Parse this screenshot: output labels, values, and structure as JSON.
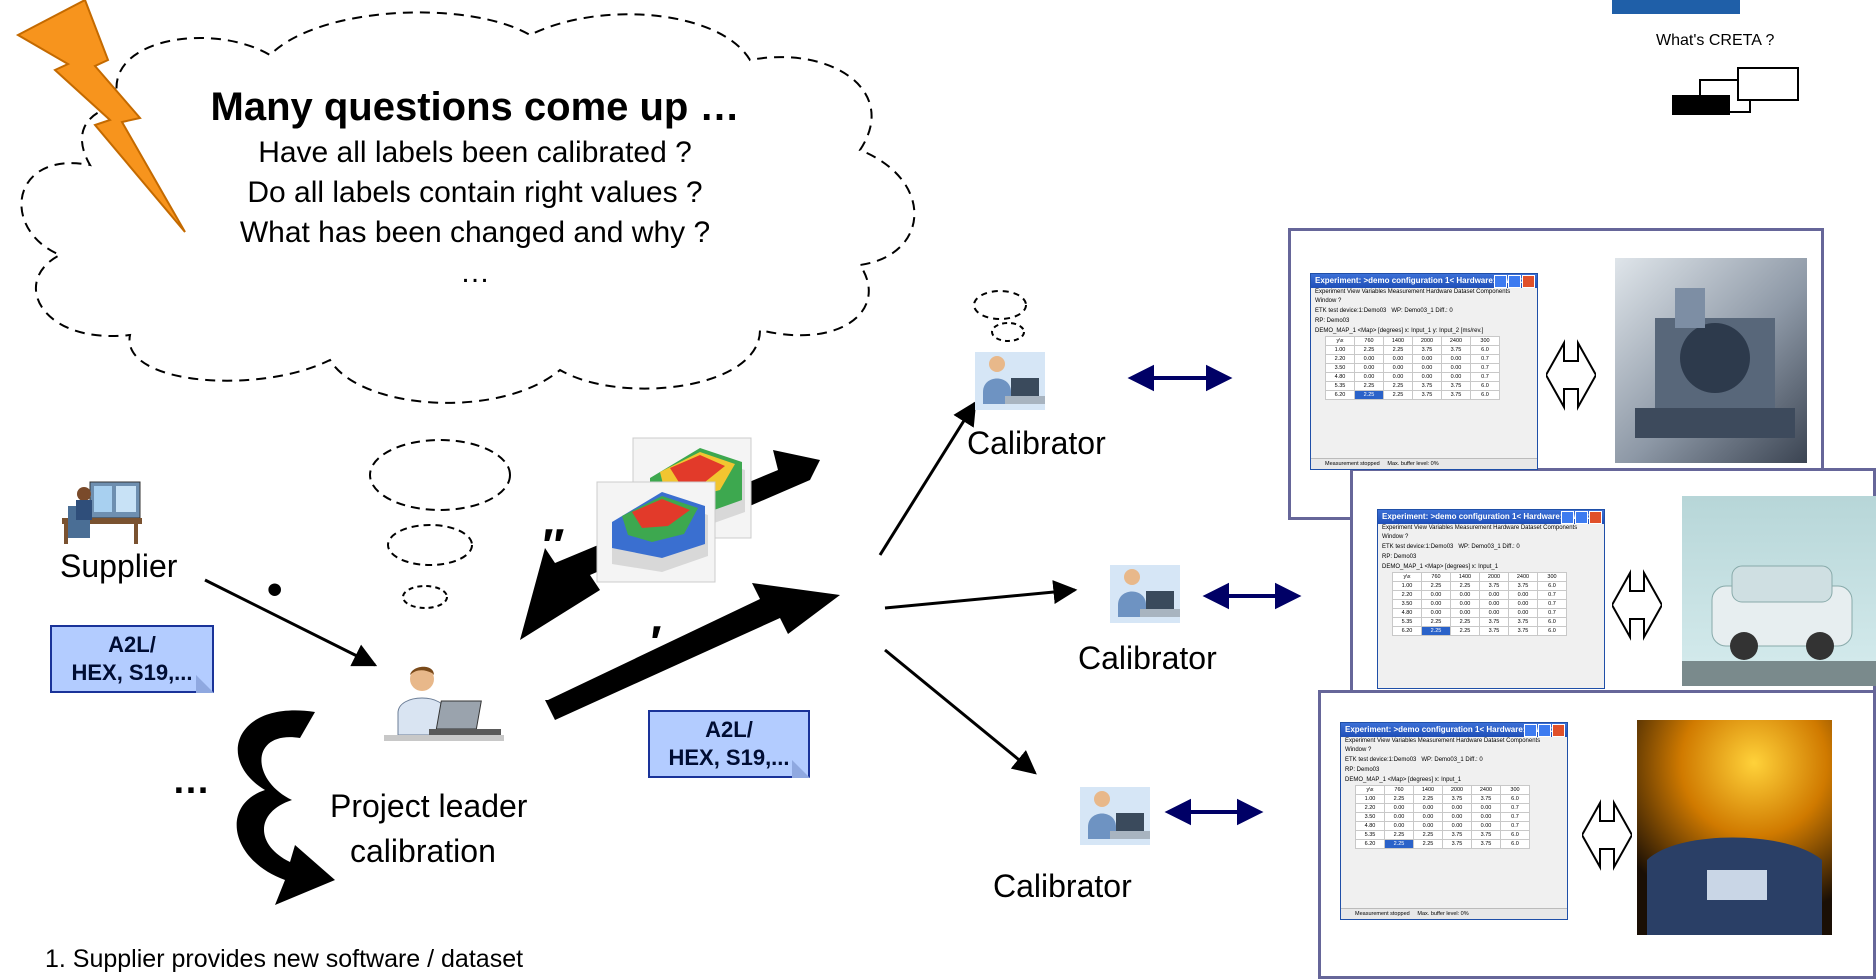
{
  "cloud": {
    "title": "Many questions come up …",
    "lines": [
      "Have all labels been calibrated ?",
      "Do all labels contain right values ?",
      "What has been changed and why ?",
      "…"
    ]
  },
  "nav": {
    "link": "What's CRETA ?"
  },
  "labels": {
    "supplier": "Supplier",
    "project_leader_1": "Project leader",
    "project_leader_2": "calibration",
    "calibrator_1": "Calibrator",
    "calibrator_2": "Calibrator",
    "calibrator_3": "Calibrator",
    "ellipsis": "…",
    "mark_dot": "•",
    "mark_double_prime": "″",
    "mark_prime": "′"
  },
  "notes": [
    {
      "line1": "A2L/",
      "line2": "HEX, S19,..."
    },
    {
      "line1": "A2L/",
      "line2": "HEX, S19,..."
    }
  ],
  "footer": {
    "step1": "1. Supplier provides new software / dataset"
  },
  "app_window": {
    "title": "Experiment: >demo configuration 1< Hardware: >Work...",
    "menu1": "Experiment  View  Variables  Measurement  Hardware  Dataset  Components",
    "menu2": "Window  ?",
    "device": "ETK test device:1:Demo03",
    "wp": "WP: Demo03_1",
    "rp": "RP: Demo03",
    "diff": "Diff.: 0",
    "map": "DEMO_MAP_1 <Map>",
    "unit": "[degrees]",
    "xaxis": "x: Input_1",
    "yaxis": "y: Input_2 [ms/rev.]",
    "header": [
      "y\\x",
      "760",
      "1400",
      "2000",
      "2400",
      "300"
    ],
    "rows": [
      [
        "1.00",
        "2.25",
        "2.25",
        "3.75",
        "3.75",
        "6.0"
      ],
      [
        "2.20",
        "0.00",
        "0.00",
        "0.00",
        "0.00",
        "0.7"
      ],
      [
        "3.50",
        "0.00",
        "0.00",
        "0.00",
        "0.00",
        "0.7"
      ],
      [
        "4.80",
        "0.00",
        "0.00",
        "0.00",
        "0.00",
        "0.7"
      ],
      [
        "5.35",
        "2.25",
        "2.25",
        "3.75",
        "3.75",
        "6.0"
      ],
      [
        "6.20",
        "2.25",
        "2.25",
        "3.75",
        "3.75",
        "6.0"
      ]
    ],
    "status_left": "Measurement stopped",
    "status_right": "Max. buffer level: 0%"
  },
  "colors": {
    "accent": "#1f5fa8",
    "note_fill": "#b3ccff",
    "frame_border": "#666699",
    "arrow_navy": "#000066",
    "bolt": "#f7941d"
  }
}
